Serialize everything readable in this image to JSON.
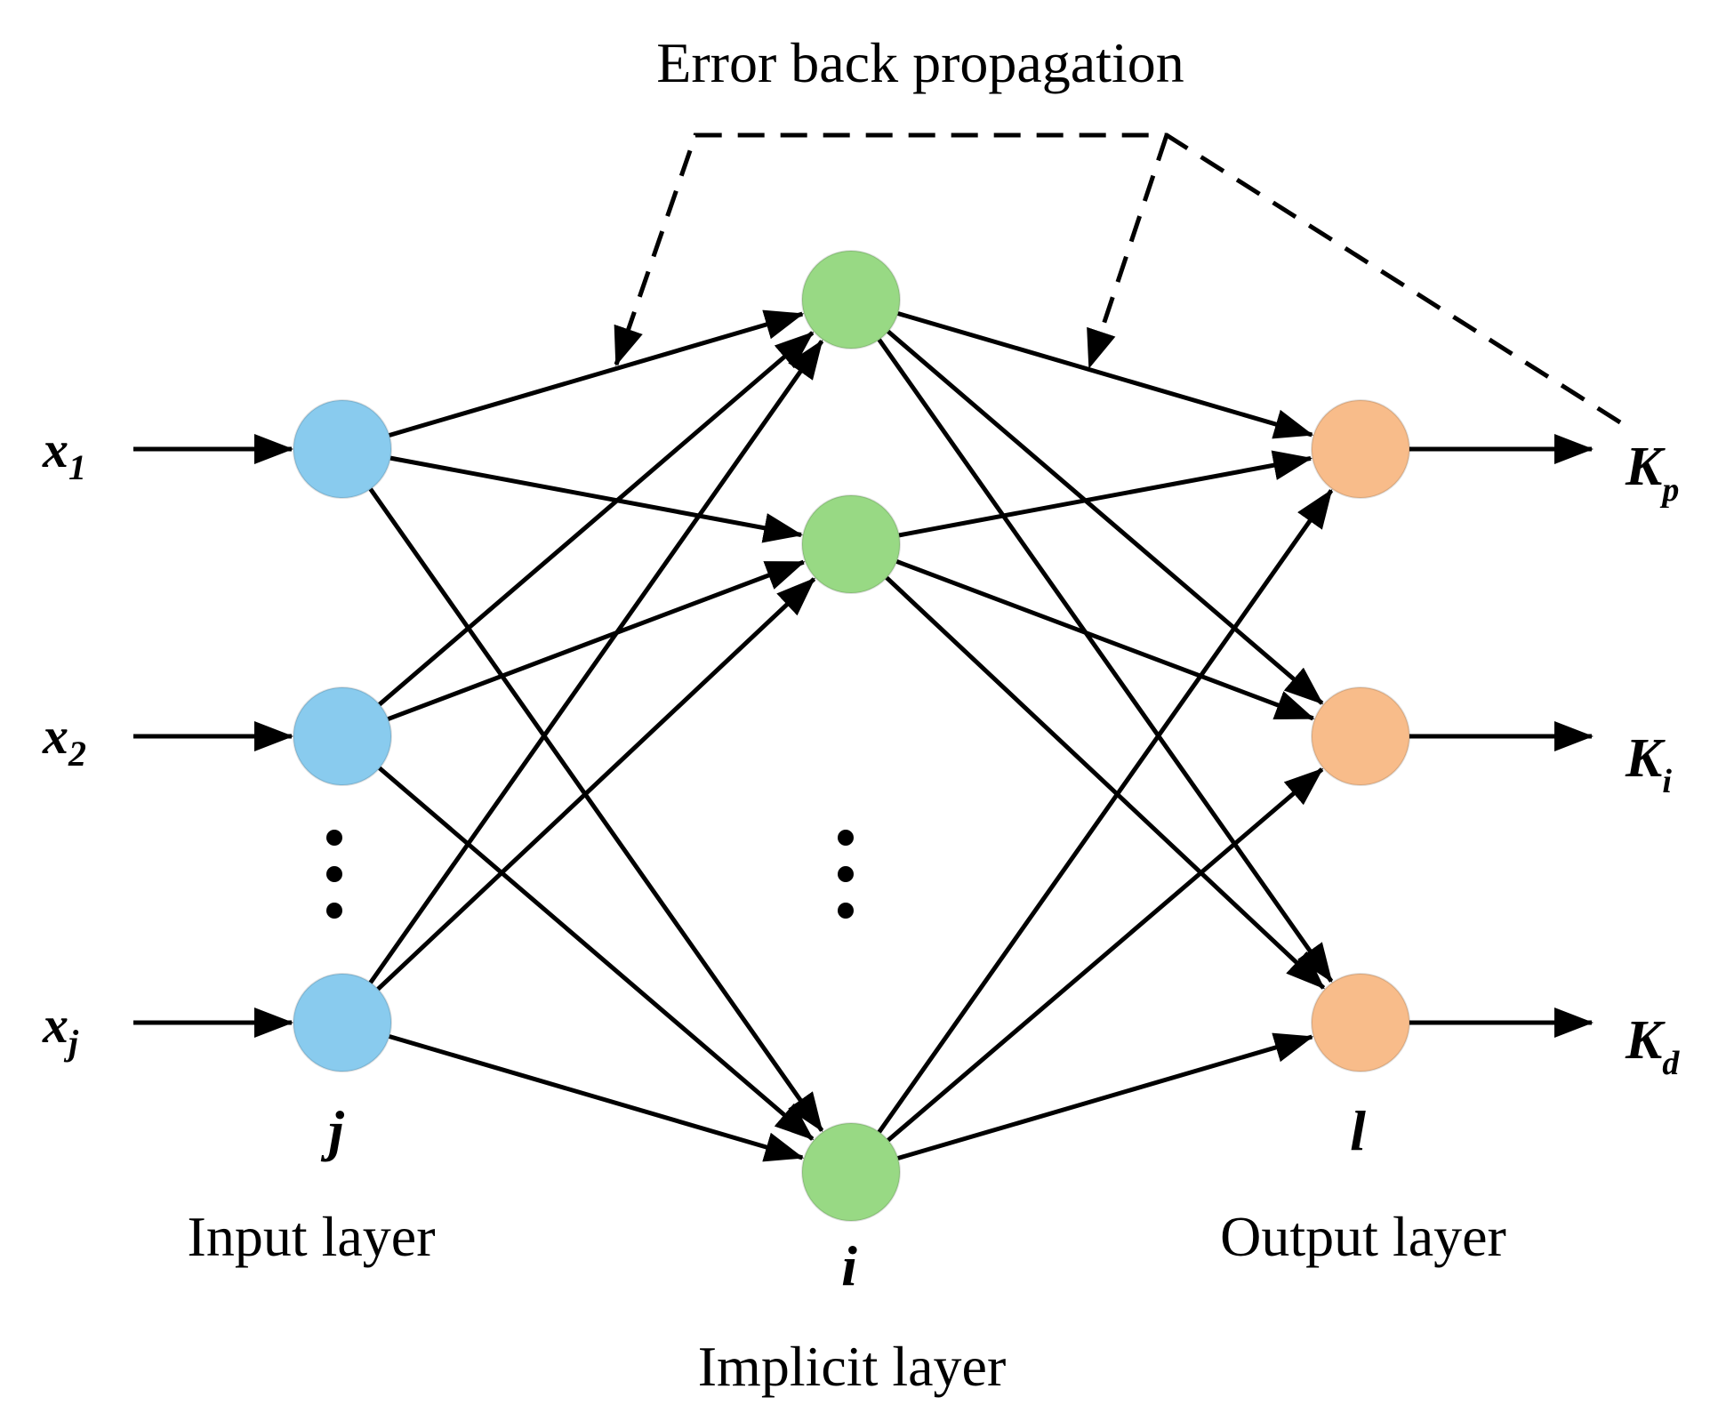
{
  "title": "Error back propagation",
  "colors": {
    "input_node": "#89CBEE",
    "hidden_node": "#98D984",
    "output_node": "#F8BC8A",
    "ink": "#000000"
  },
  "layers": {
    "input": {
      "caption": "Input layer",
      "index": "j"
    },
    "hidden": {
      "caption": "Implicit layer",
      "index": "i"
    },
    "output": {
      "caption": "Output layer",
      "index": "l"
    }
  },
  "inputs": [
    {
      "base": "x",
      "sub": "1"
    },
    {
      "base": "x",
      "sub": "2"
    },
    {
      "base": "x",
      "sub": "j"
    }
  ],
  "outputs": [
    {
      "base": "K",
      "sub": "p"
    },
    {
      "base": "K",
      "sub": "i"
    },
    {
      "base": "K",
      "sub": "d"
    }
  ]
}
